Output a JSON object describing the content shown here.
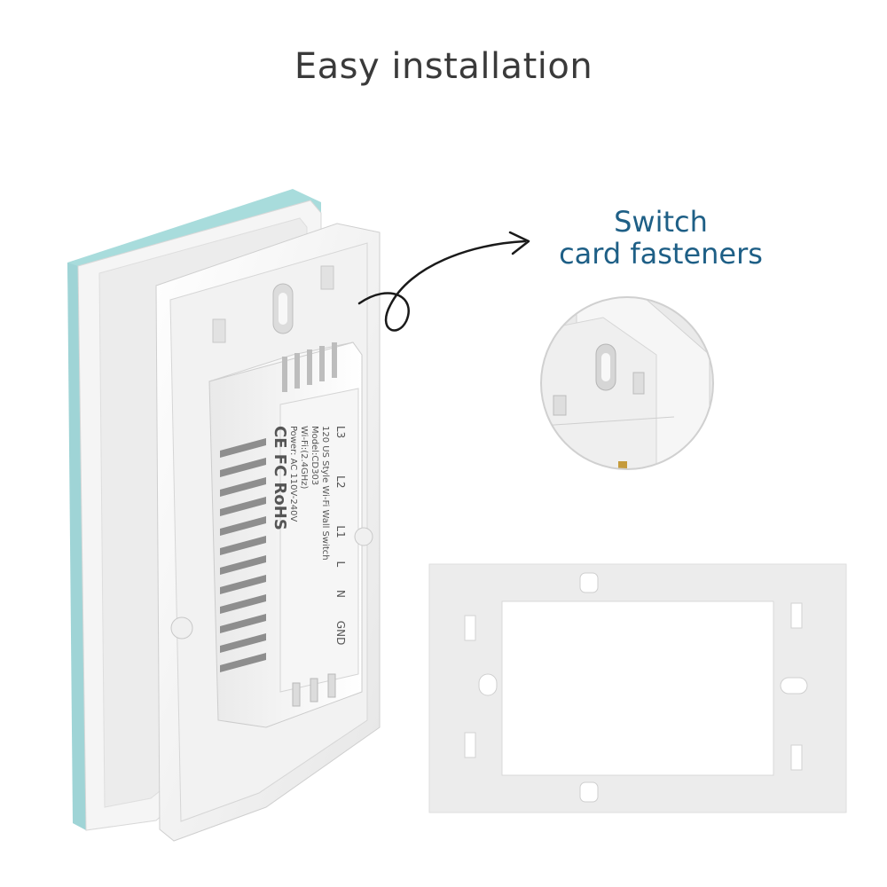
{
  "page": {
    "title": "Easy installation"
  },
  "callout": {
    "line1": "Switch",
    "line2": "card fasteners"
  },
  "product_label": {
    "terminals": [
      "L3",
      "L2",
      "L1",
      "L",
      "N",
      "GND"
    ],
    "line1": "120 US Style Wi-Fi Wall Switch",
    "line2": "Model:CD303",
    "line3": "Wi-Fi:(2.4GHz)",
    "line4": "Power: AC 110V-240V",
    "marks": "CE FC RoHS"
  },
  "colors": {
    "title": "#3a3a3a",
    "callout": "#1e5f86",
    "glass_edge": "#a8dcdc",
    "plastic": "#f4f4f4"
  }
}
